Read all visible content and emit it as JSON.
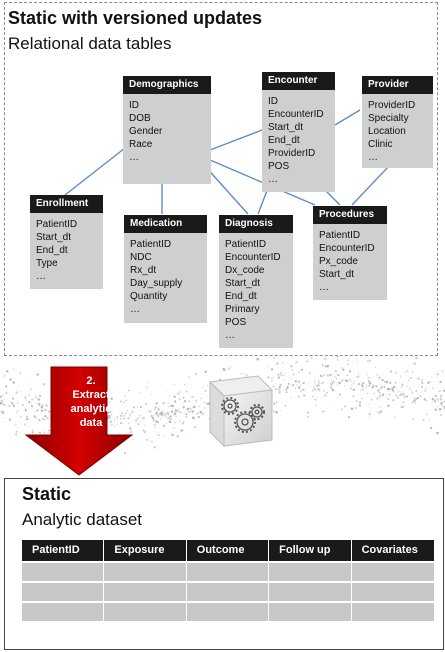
{
  "top_panel": {
    "title": "Static with versioned updates",
    "subtitle": "Relational data tables"
  },
  "tables": [
    {
      "name": "Demographics",
      "fields": [
        "ID",
        "DOB",
        "Gender",
        "Race",
        "…"
      ]
    },
    {
      "name": "Encounter",
      "fields": [
        "ID",
        "EncounterID",
        "Start_dt",
        "End_dt",
        "ProviderID",
        "POS",
        "…"
      ]
    },
    {
      "name": "Provider",
      "fields": [
        "ProviderID",
        "Specialty",
        "Location",
        "Clinic",
        "…"
      ]
    },
    {
      "name": "Enrollment",
      "fields": [
        "PatientID",
        "Start_dt",
        "End_dt",
        "Type",
        "…"
      ]
    },
    {
      "name": "Medication",
      "fields": [
        "PatientID",
        "NDC",
        "Rx_dt",
        "Day_supply",
        "Quantity",
        "…"
      ]
    },
    {
      "name": "Diagnosis",
      "fields": [
        "PatientID",
        "EncounterID",
        "Dx_code",
        "Start_dt",
        "End_dt",
        "Primary",
        "POS",
        "…"
      ]
    },
    {
      "name": "Procedures",
      "fields": [
        "PatientID",
        "EncounterID",
        "Px_code",
        "Start_dt",
        "…"
      ]
    }
  ],
  "arrow": {
    "step": "2.",
    "lines": [
      "Extract",
      "analytic",
      "data"
    ]
  },
  "bottom_panel": {
    "title": "Static",
    "subtitle": "Analytic dataset",
    "columns": [
      "PatientID",
      "Exposure",
      "Outcome",
      "Follow up",
      "Covariates"
    ],
    "empty_rows": 3
  },
  "colors": {
    "header": "#1a1a1a",
    "body": "#cfcfcf",
    "arrow": "#c00000",
    "link": "#5b8fc7"
  }
}
